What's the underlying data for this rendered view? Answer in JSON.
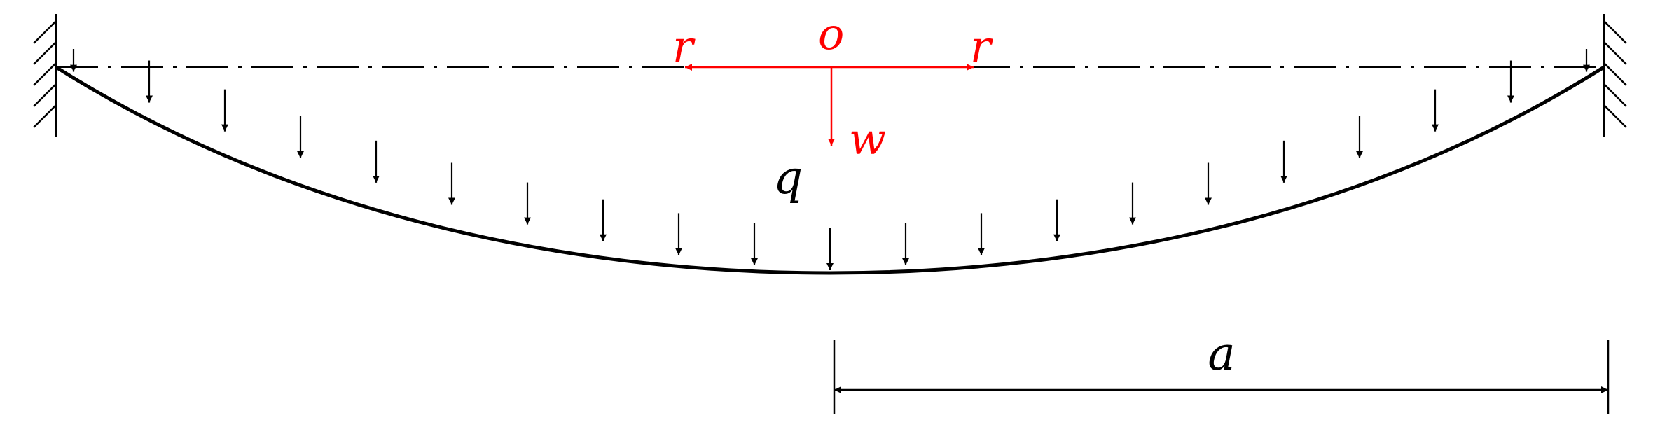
{
  "diagram": {
    "labels": {
      "origin": "o",
      "radial_left": "r",
      "radial_right": "r",
      "deflection": "w",
      "load": "q",
      "dimension": "a"
    },
    "colors": {
      "axes": "#ff0000",
      "structure": "#000000",
      "centerline": "#000000"
    },
    "icons": {
      "left_support": "fixed-wall-hatch-icon",
      "right_support": "fixed-wall-hatch-icon",
      "load_arrow": "arrow-down-icon"
    },
    "load_arrow_count": 21
  }
}
